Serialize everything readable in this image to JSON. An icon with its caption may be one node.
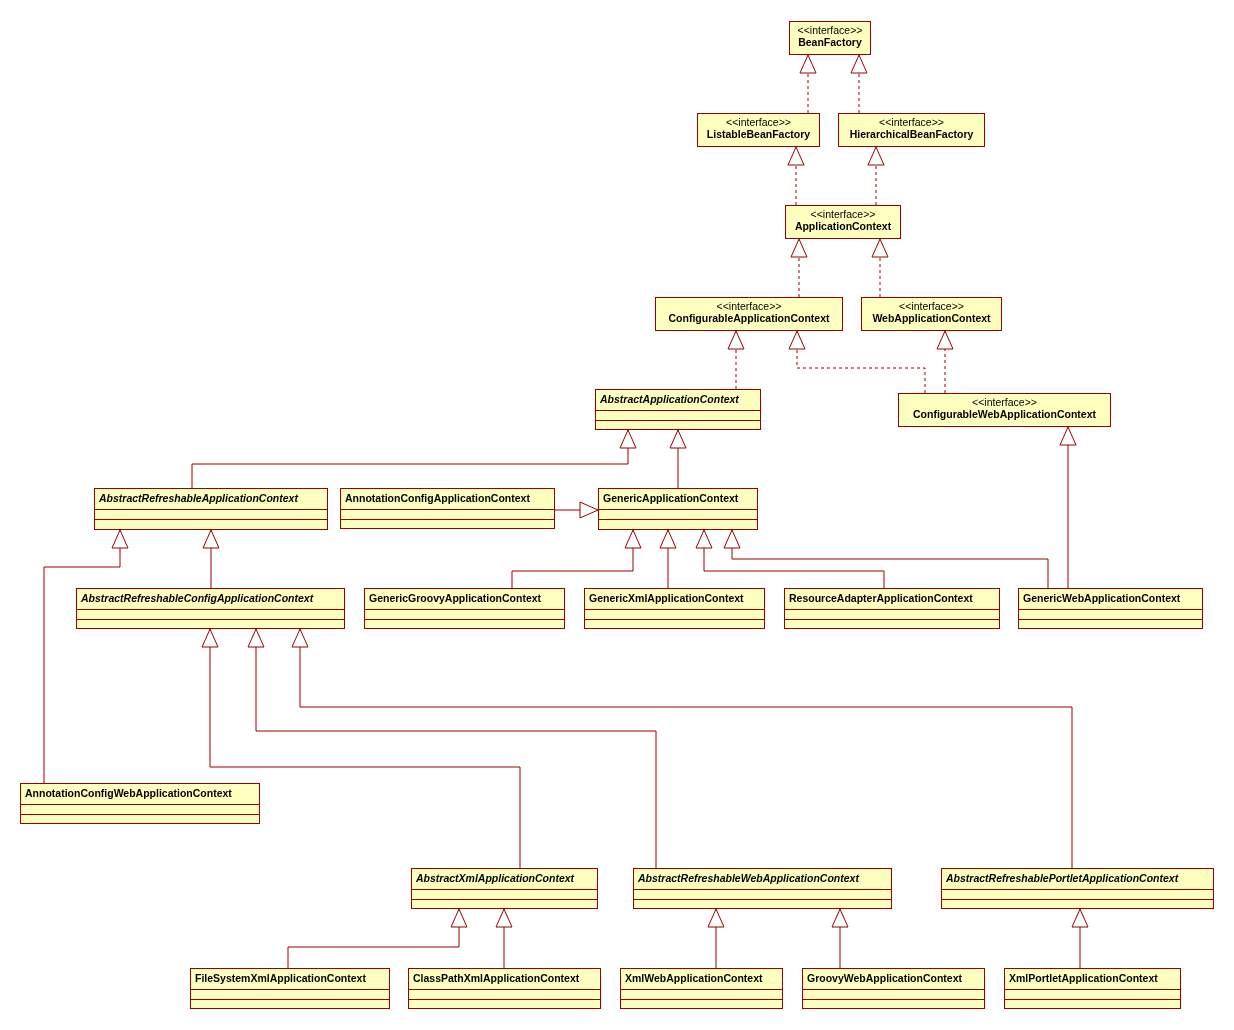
{
  "diagram": {
    "nodes": [
      {
        "text": [
          "<<interface>>",
          "BeanFactory"
        ]
      },
      {
        "text": [
          "<<interface>>",
          "ListableBeanFactory"
        ]
      },
      {
        "text": [
          "<<interface>>",
          "HierarchicalBeanFactory"
        ]
      },
      {
        "text": [
          "<<interface>>",
          "ApplicationContext"
        ]
      },
      {
        "text": [
          "<<interface>>",
          "ConfigurableApplicationContext"
        ]
      },
      {
        "text": [
          "<<interface>>",
          "WebApplicationContext"
        ]
      },
      {
        "text": [
          "AbstractApplicationContext"
        ]
      },
      {
        "text": [
          "<<interface>>",
          "ConfigurableWebApplicationContext"
        ]
      },
      {
        "text": [
          "AbstractRefreshableApplicationContext"
        ]
      },
      {
        "text": [
          "AnnotationConfigApplicationContext"
        ]
      },
      {
        "text": [
          "GenericApplicationContext"
        ]
      },
      {
        "text": [
          "AbstractRefreshableConfigApplicationContext"
        ]
      },
      {
        "text": [
          "GenericGroovyApplicationContext"
        ]
      },
      {
        "text": [
          "GenericXmlApplicationContext"
        ]
      },
      {
        "text": [
          "ResourceAdapterApplicationContext"
        ]
      },
      {
        "text": [
          "GenericWebApplicationContext"
        ]
      },
      {
        "text": [
          "AnnotationConfigWebApplicationContext"
        ]
      },
      {
        "text": [
          "AbstractXmlApplicationContext"
        ]
      },
      {
        "text": [
          "AbstractRefreshableWebApplicationContext"
        ]
      },
      {
        "text": [
          "AbstractRefreshablePortletApplicationContext"
        ]
      },
      {
        "text": [
          "FileSystemXmlApplicationContext"
        ]
      },
      {
        "text": [
          "ClassPathXmlApplicationContext"
        ]
      },
      {
        "text": [
          "XmlWebApplicationContext"
        ]
      },
      {
        "text": [
          "GroovyWebApplicationContext"
        ]
      },
      {
        "text": [
          "XmlPortletApplicationContext"
        ]
      }
    ],
    "edges": [
      {
        "from": 1,
        "to": 0,
        "arrow": "to",
        "style": "dashed"
      },
      {
        "from": 2,
        "to": 0,
        "arrow": "to",
        "style": "dashed"
      },
      {
        "from": 3,
        "to": 1,
        "arrow": "to",
        "style": "dashed"
      },
      {
        "from": 3,
        "to": 2,
        "arrow": "to",
        "style": "dashed"
      },
      {
        "from": 4,
        "to": 3,
        "arrow": "to",
        "style": "dashed"
      },
      {
        "from": 5,
        "to": 3,
        "arrow": "to",
        "style": "dashed"
      },
      {
        "from": 6,
        "to": 4,
        "arrow": "to",
        "style": "dashed"
      },
      {
        "from": 7,
        "to": 4,
        "arrow": "to",
        "style": "dashed"
      },
      {
        "from": 7,
        "to": 5,
        "arrow": "to",
        "style": "dashed"
      },
      {
        "from": 8,
        "to": 6,
        "arrow": "to"
      },
      {
        "from": 10,
        "to": 6,
        "arrow": "to"
      },
      {
        "from": 9,
        "to": 10,
        "arrow": "to"
      },
      {
        "from": 15,
        "to": 7,
        "arrow": "to"
      },
      {
        "from": 11,
        "to": 8,
        "arrow": "to"
      },
      {
        "from": 16,
        "to": 8,
        "arrow": "to"
      },
      {
        "from": 12,
        "to": 10,
        "arrow": "to"
      },
      {
        "from": 13,
        "to": 10,
        "arrow": "to"
      },
      {
        "from": 14,
        "to": 10,
        "arrow": "to"
      },
      {
        "from": 15,
        "to": 10,
        "arrow": "to"
      },
      {
        "from": 17,
        "to": 11,
        "arrow": "to"
      },
      {
        "from": 18,
        "to": 11,
        "arrow": "to"
      },
      {
        "from": 19,
        "to": 11,
        "arrow": "to"
      },
      {
        "from": 20,
        "to": 17,
        "arrow": "to"
      },
      {
        "from": 21,
        "to": 17,
        "arrow": "to"
      },
      {
        "from": 22,
        "to": 18,
        "arrow": "to"
      },
      {
        "from": 23,
        "to": 18,
        "arrow": "to"
      },
      {
        "from": 24,
        "to": 19,
        "arrow": "to"
      }
    ]
  }
}
